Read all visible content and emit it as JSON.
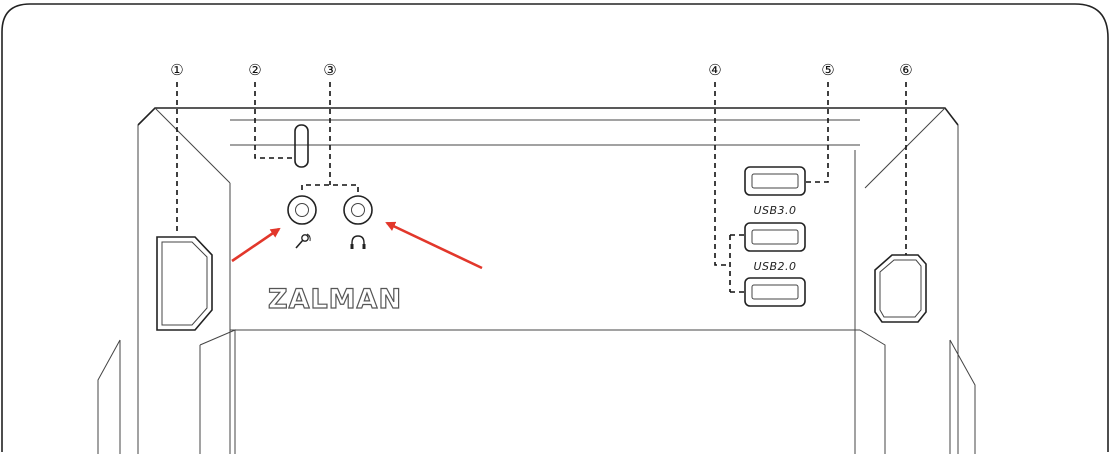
{
  "callouts": [
    {
      "number": "①",
      "part": "power button"
    },
    {
      "number": "②",
      "part": "led indicator"
    },
    {
      "number": "③",
      "part": "audio jacks"
    },
    {
      "number": "④",
      "part": "usb 2.0 ports"
    },
    {
      "number": "⑤",
      "part": "usb 3.0 port"
    },
    {
      "number": "⑥",
      "part": "reset button"
    }
  ],
  "labels": {
    "usb3": "USB3.0",
    "usb2": "USB2.0",
    "brand": "ZALMAN"
  },
  "colors": {
    "outline": "#222222",
    "arrow": "#e2372b"
  },
  "icons": {
    "microphone": "microphone-icon",
    "headphone": "headphone-icon"
  }
}
